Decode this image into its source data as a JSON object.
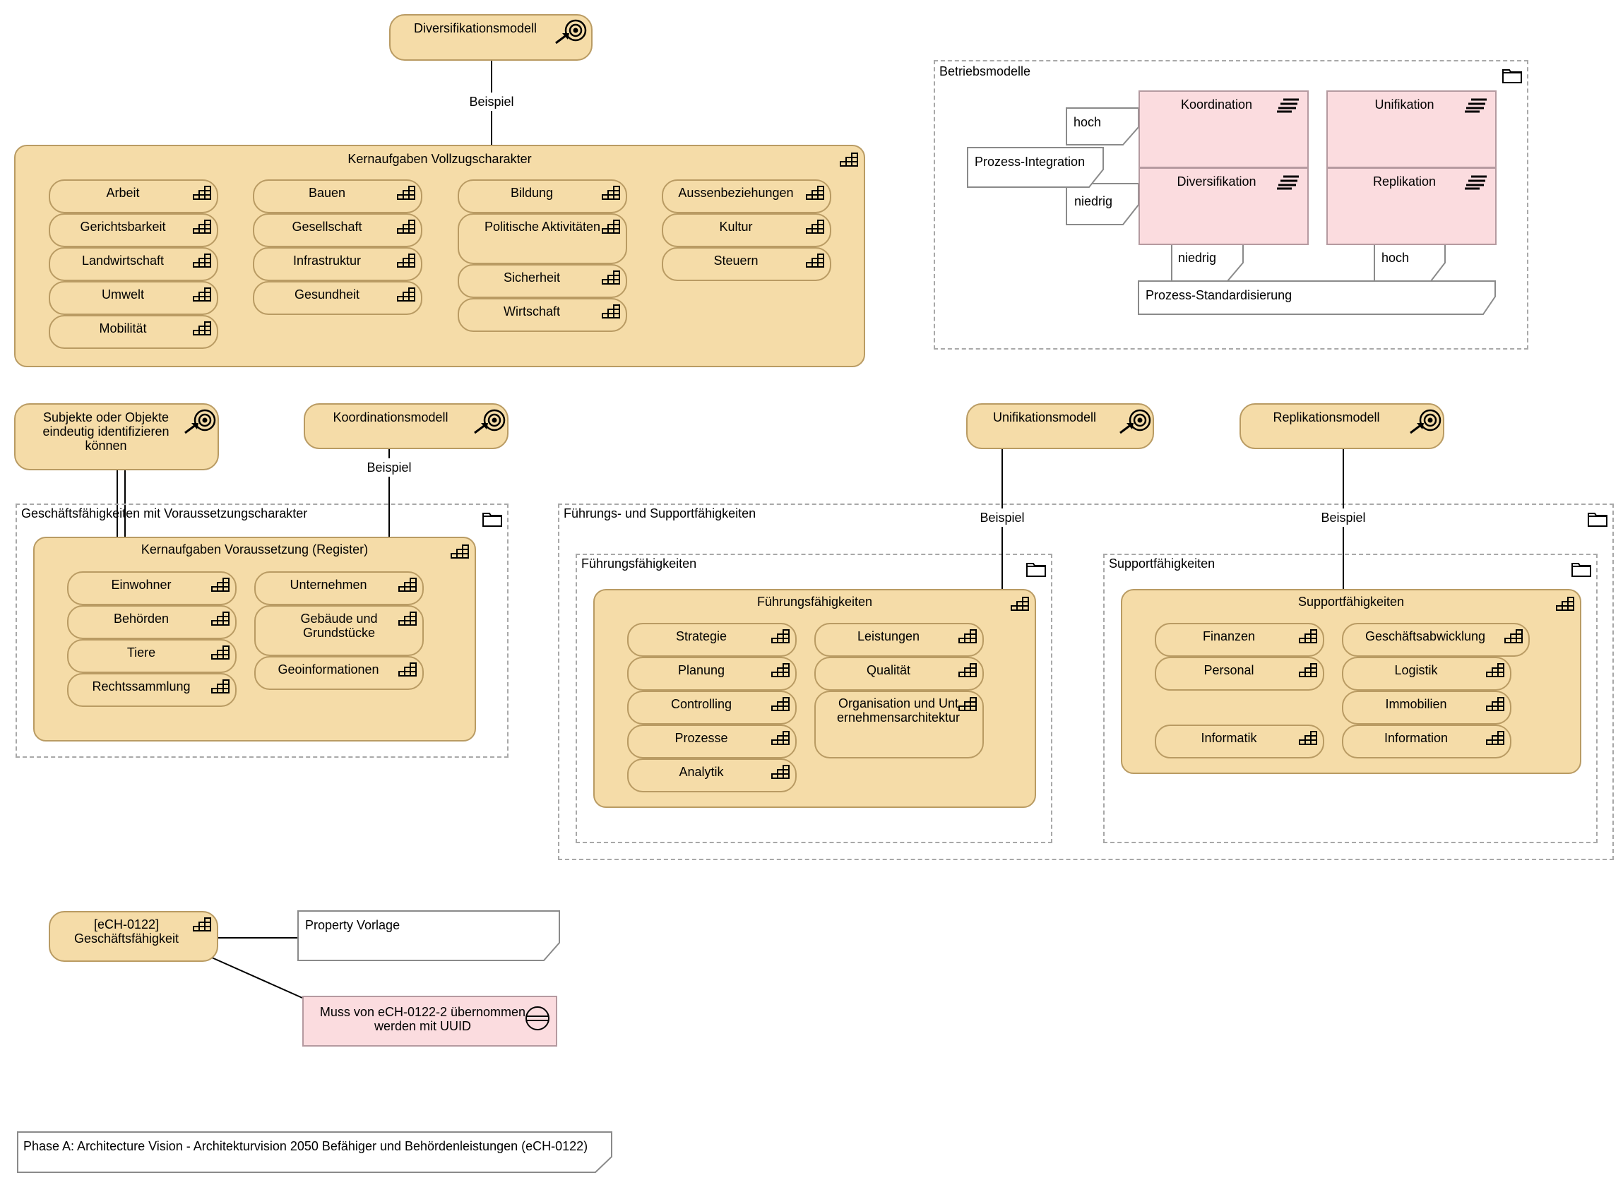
{
  "diversifikationsmodell": "Diversifikationsmodell",
  "beispiel_1": "Beispiel",
  "kernaufgaben_vollzug": {
    "title": "Kernaufgaben Vollzugscharakter",
    "items": [
      "Arbeit",
      "Gerichtsbarkeit",
      "Landwirtschaft",
      "Umwelt",
      "Mobilität",
      "Bauen",
      "Gesellschaft",
      "Infrastruktur",
      "Gesundheit",
      "Bildung",
      "Politische Aktivitäten",
      "Sicherheit",
      "Wirtschaft",
      "Aussenbeziehungen",
      "Kultur",
      "Steuern"
    ]
  },
  "betriebsmodelle": {
    "title": "Betriebsmodelle",
    "koordination": "Koordination",
    "diversifikation": "Diversifikation",
    "unifikation": "Unifikation",
    "replikation": "Replikation",
    "hoch_1": "hoch",
    "niedrig_1": "niedrig",
    "prozess_integration": "Prozess-Integration",
    "niedrig_2": "niedrig",
    "hoch_2": "hoch",
    "prozess_standardisierung": "Prozess-Standardisierung"
  },
  "subjekte": "Subjekte oder Objekte eindeutig identifizieren können",
  "koordinationsmodell": "Koordinationsmodell",
  "beispiel_2": "Beispiel",
  "unifikationsmodell": "Unifikationsmodell",
  "replikationsmodell": "Replikationsmodell",
  "beispiel_3": "Beispiel",
  "beispiel_4": "Beispiel",
  "voraussetzung_group": {
    "title": "Geschäftsfähigkeiten mit Voraussetzungscharakter",
    "inner_title": "Kernaufgaben Voraussetzung (Register)",
    "items": [
      "Einwohner",
      "Behörden",
      "Tiere",
      "Rechtssammlung",
      "Unternehmen",
      "Gebäude und Grundstücke",
      "Geoinformationen"
    ]
  },
  "fuehrung_support_group": {
    "title": "Führungs- und Supportfähigkeiten",
    "fuehrung_group_title": "Führungsfähigkeiten",
    "fuehrung_title": "Führungsfähigkeiten",
    "fuehrung_items": [
      "Strategie",
      "Planung",
      "Controlling",
      "Prozesse",
      "Analytik",
      "Leistungen",
      "Qualität",
      "Organisation und Unternehmensarchitektur"
    ],
    "support_group_title": "Supportfähigkeiten",
    "support_title": "Supportfähigkeiten",
    "support_items": [
      "Finanzen",
      "Personal",
      "Informatik",
      "Geschäftsabwicklung",
      "Logistik",
      "Immobilien",
      "Information"
    ]
  },
  "legend": {
    "ech_capability": "[eCH-0122] Geschäftsfähigkeit",
    "property_vorlage": "Property Vorlage",
    "muss": "Muss von eCH-0122-2 übernommen werden mit UUID"
  },
  "footer": "Phase A: Architecture Vision - Architekturvision 2050 Befähiger und Behördenleistungen (eCH-0122)"
}
